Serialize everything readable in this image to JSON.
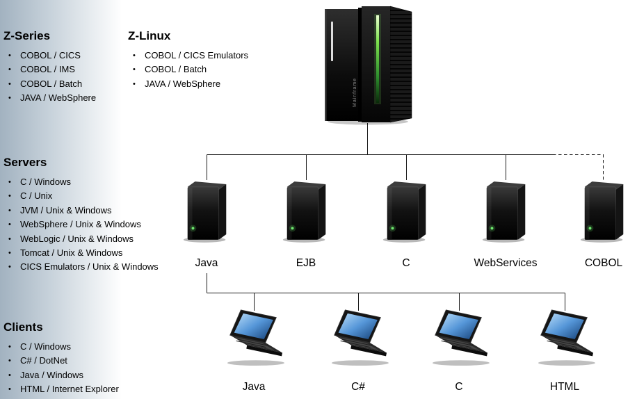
{
  "sections": {
    "z_series": {
      "title": "Z-Series",
      "items": [
        "COBOL / CICS",
        "COBOL / IMS",
        "COBOL / Batch",
        "JAVA / WebSphere"
      ]
    },
    "z_linux": {
      "title": "Z-Linux",
      "items": [
        "COBOL / CICS Emulators",
        "COBOL / Batch",
        "JAVA / WebSphere"
      ]
    },
    "servers": {
      "title": "Servers",
      "items": [
        "C / Windows",
        "C / Unix",
        "JVM / Unix & Windows",
        "WebSphere / Unix & Windows",
        "WebLogic / Unix & Windows",
        "Tomcat / Unix & Windows",
        "CICS Emulators / Unix & Windows"
      ]
    },
    "clients": {
      "title": "Clients",
      "items": [
        "C / Windows",
        "C# / DotNet",
        "Java / Windows",
        "HTML / Internet Explorer"
      ]
    }
  },
  "mainframe": {
    "caption": "Mainframe"
  },
  "server_nodes": [
    "Java",
    "EJB",
    "C",
    "WebServices",
    "COBOL"
  ],
  "client_nodes": [
    "Java",
    "C#",
    "C",
    "HTML"
  ],
  "colors": {
    "led_green": "#6fe86f",
    "screen_blue": "#5596d8",
    "connector": "#1a1a1a",
    "background_fade": "#a2b2c0"
  }
}
